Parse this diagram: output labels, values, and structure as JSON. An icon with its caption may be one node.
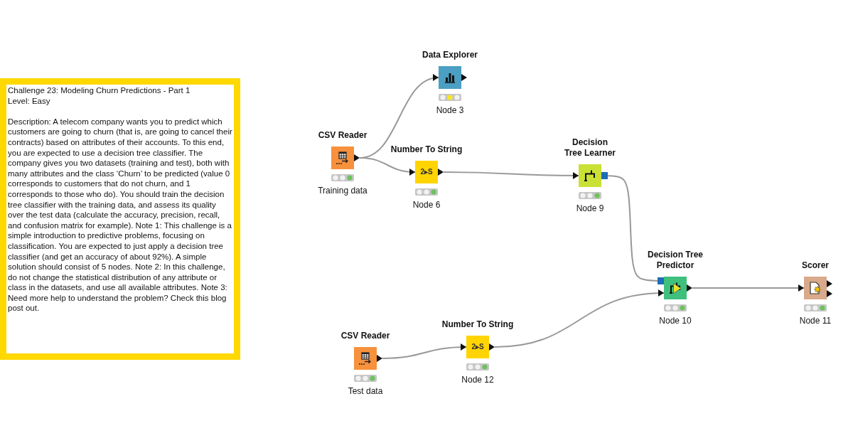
{
  "diagram": {
    "nodes": [
      {
        "text": [
          "Challenge 23: Modeling Churn Predictions - Part 1",
          "Level: Easy",
          "Description: A telecom company wants you to predict which customers are going to churn (that is, are going to cancel their contracts) based on attributes of their accounts. To this end, you are expected to use a decision tree classifier. The company gives you two datasets (training and test), both with many attributes and the class ‘Churn’ to be predicted (value 0 corresponds to customers that do not churn, and 1 corresponds to those who do). You should train the decision tree classifier with the training data, and assess its quality over the test data (calculate the accuracy, precision, recall, and confusion matrix for example). Note 1: This challenge is a simple introduction to predictive problems, focusing on classification. You are expected to just apply a decision tree classifier (and get an accuracy of about 92%). A simple solution should consist of 5 nodes. Note 2: In this challenge, do not change the statistical distribution of any attribute or class in the datasets, and use all available attributes. Note 3: Need more help to understand the problem? Check this blog post out."
        ]
      },
      {
        "text": [
          "Data Explorer"
        ],
        "beside": [
          "Node 3"
        ]
      },
      {
        "text": [
          "CSV Reader"
        ],
        "beside": [
          "Training data"
        ]
      },
      {
        "text": [
          "Number To String",
          "2▸S"
        ],
        "beside": [
          "Node 6"
        ]
      },
      {
        "text": [
          "Decision Tree Learner"
        ],
        "beside": [
          "Node 9"
        ]
      },
      {
        "text": [
          "Decision Tree Predictor"
        ],
        "beside": [
          "Node 10"
        ]
      },
      {
        "text": [
          "Scorer"
        ],
        "beside": [
          "Node 11"
        ]
      },
      {
        "text": [
          "CSV Reader"
        ],
        "beside": [
          "Test data"
        ]
      },
      {
        "text": [
          "Number To String",
          "2▸S"
        ],
        "beside": [
          "Node 12"
        ]
      }
    ],
    "edges": [
      {
        "from": 2,
        "to": 1,
        "arrow": "to"
      },
      {
        "from": 2,
        "to": 3,
        "arrow": "to"
      },
      {
        "from": 3,
        "to": 4,
        "arrow": "to"
      },
      {
        "from": 4,
        "to": 5,
        "arrow": "other"
      },
      {
        "from": 8,
        "to": 5,
        "arrow": "to"
      },
      {
        "from": 5,
        "to": 6,
        "arrow": "to"
      },
      {
        "from": 7,
        "to": 8,
        "arrow": "to"
      }
    ]
  }
}
